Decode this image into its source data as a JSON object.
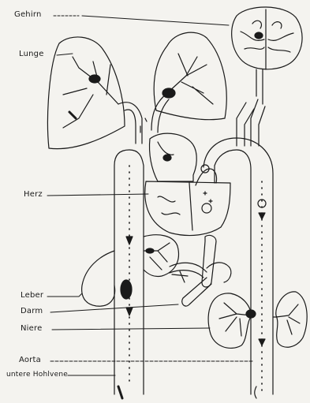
{
  "diagram": {
    "labels": {
      "brain": "Gehirn",
      "lung": "Lunge",
      "heart": "Herz",
      "liver": "Leber",
      "intestine": "Darm",
      "kidney": "Niere",
      "aorta": "Aorta",
      "inferior_vena_cava": "untere Hohlvene"
    },
    "colors": {
      "ink": "#1a1a1a",
      "paper": "#f4f3ef"
    }
  }
}
